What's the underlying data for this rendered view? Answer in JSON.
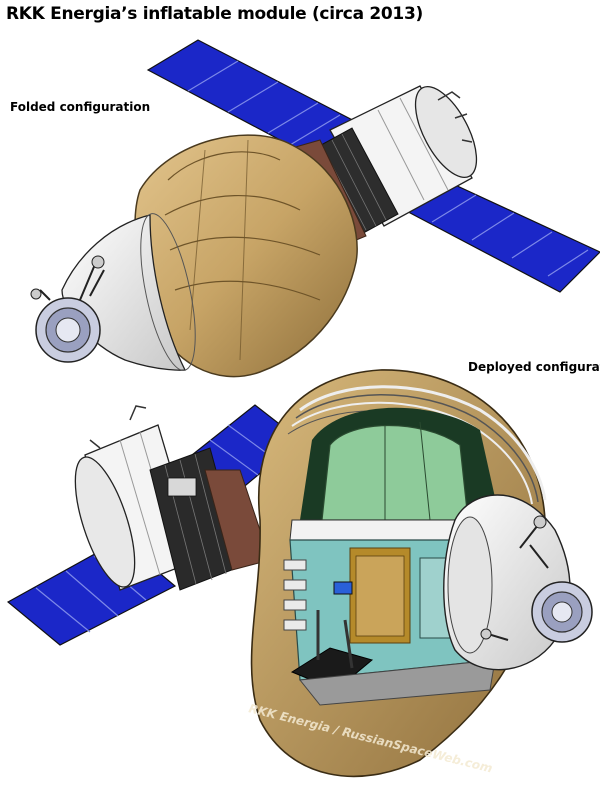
{
  "header": {
    "title": "RKK Energia’s inflatable module (circa 2013)"
  },
  "labels": {
    "folded": "Folded configuration",
    "deployed": "Deployed configuration"
  },
  "watermark": "RKK Energia / RussianSpaceWeb.com",
  "colors": {
    "solar_panel": "#1b27c8",
    "inflatable_shell": "#c7a466",
    "cone": "#f2f2f2",
    "interior_wall": "#8ecb9a",
    "dark_segment": "#2a2a2a",
    "skirt": "#7a4a3a"
  }
}
